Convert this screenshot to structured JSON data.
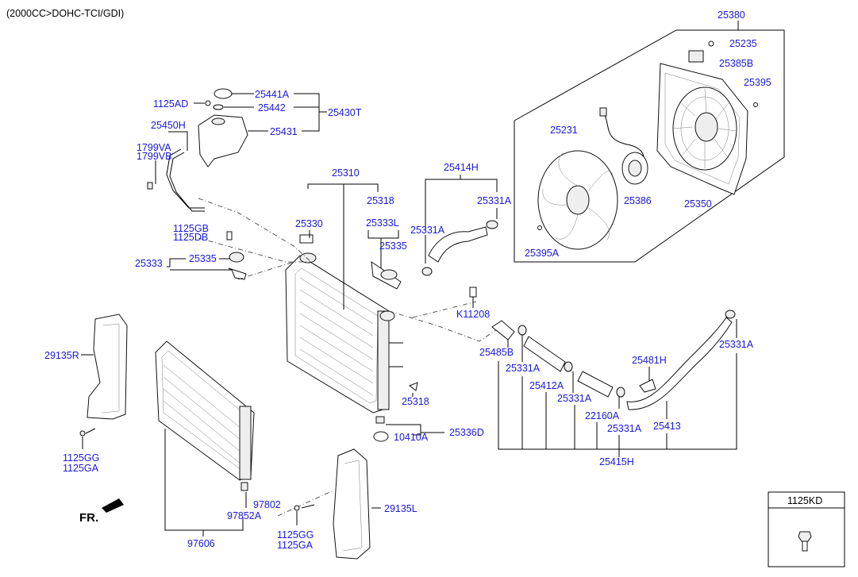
{
  "header": "(2000CC>DOHC-TCI/GDI)",
  "fr_label": "FR.",
  "legend_box_label": "1125KD",
  "labels": {
    "25380": "25380",
    "25235": "25235",
    "25385B": "25385B",
    "25395": "25395",
    "25231": "25231",
    "25386": "25386",
    "25350": "25350",
    "25395A": "25395A",
    "25441A": "25441A",
    "1125AD": "1125AD",
    "25442": "25442",
    "25430T": "25430T",
    "25450H": "25450H",
    "25431": "25431",
    "1799VA": "1799VA",
    "1799VB": "1799VB",
    "25310": "25310",
    "25318_top": "25318",
    "25414H": "25414H",
    "25331A_top": "25331A",
    "25330": "25330",
    "25333L": "25333L",
    "25331A_mid": "25331A",
    "1125GB": "1125GB",
    "1125DB": "1125DB",
    "25335_right": "25335",
    "25333": "25333",
    "25335_left": "25335",
    "K11208": "K11208",
    "29135R": "29135R",
    "25485B": "25485B",
    "25331A_right": "25331A",
    "25331A_a": "25331A",
    "25481H": "25481H",
    "25412A": "25412A",
    "25331A_b": "25331A",
    "25318_bottom": "25318",
    "22160A": "22160A",
    "25413": "25413",
    "25331A_c": "25331A",
    "10410A": "10410A",
    "25336D": "25336D",
    "25415H": "25415H",
    "1125GG_left": "1125GG",
    "1125GA_left": "1125GA",
    "97802": "97802",
    "29135L": "29135L",
    "97852A": "97852A",
    "1125GG_bottom": "1125GG",
    "1125GA_bottom": "1125GA",
    "97606": "97606"
  }
}
